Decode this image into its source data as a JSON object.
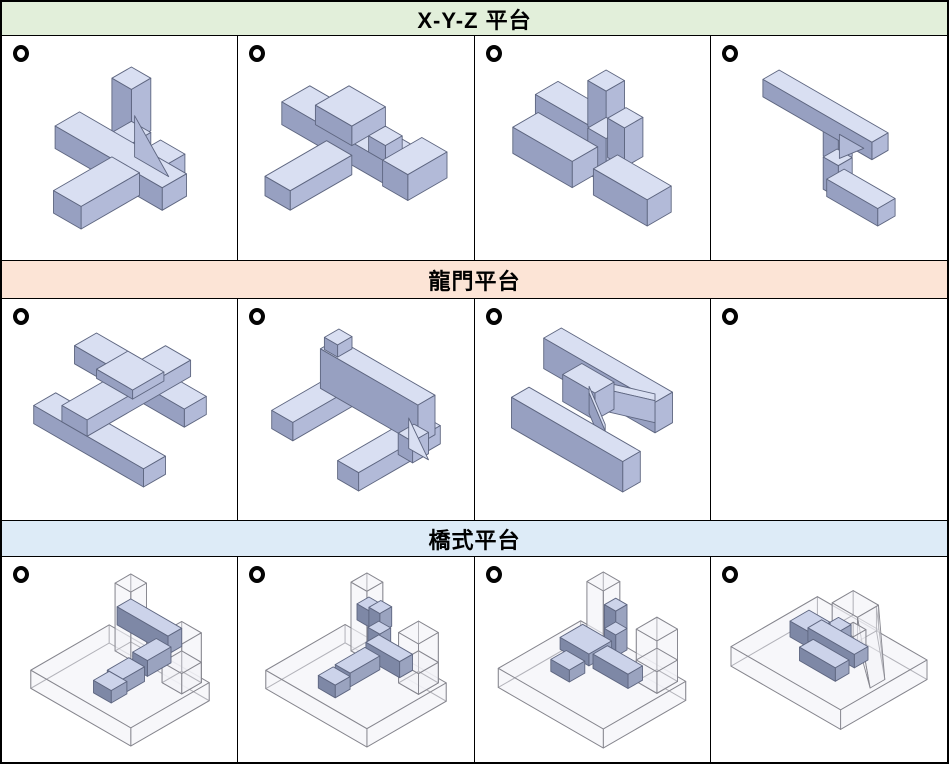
{
  "table": {
    "sections": [
      {
        "title": "X-Y-Z 平台",
        "bg": "#e2efda",
        "cells": [
          {
            "marker": "hollow-circle",
            "model": "xyz1"
          },
          {
            "marker": "hollow-circle",
            "model": "xyz2"
          },
          {
            "marker": "hollow-circle",
            "model": "xyz3"
          },
          {
            "marker": "hollow-circle",
            "model": "xyz4"
          }
        ]
      },
      {
        "title": "龍門平台",
        "bg": "#fce4d6",
        "cells": [
          {
            "marker": "hollow-circle",
            "model": "gantry1"
          },
          {
            "marker": "hollow-circle",
            "model": "gantry2"
          },
          {
            "marker": "hollow-circle",
            "model": "gantry3"
          },
          {
            "marker": "hollow-circle",
            "model": null
          }
        ]
      },
      {
        "title": "橋式平台",
        "bg": "#ddebf7",
        "cells": [
          {
            "marker": "hollow-circle",
            "model": "bridge1"
          },
          {
            "marker": "hollow-circle",
            "model": "bridge2"
          },
          {
            "marker": "hollow-circle",
            "model": "bridge3"
          },
          {
            "marker": "hollow-circle",
            "model": "bridge4"
          }
        ]
      }
    ]
  },
  "icons": {
    "cell_marker": "hollow-circle"
  },
  "palette": {
    "top": "#d9dff2",
    "left": "#97a0c1",
    "right": "#b2bad8",
    "topD": "#ccd3ea",
    "leftD": "#7e88a6",
    "rightD": "#9aa3bf",
    "stroke": "#5e6680",
    "wireFill": "rgba(244,244,247,0.42)",
    "wireStroke": "#87878f"
  },
  "models": {
    "xyz1": {
      "prims": [
        {
          "t": "b",
          "p": [
            2,
            -24,
            2
          ],
          "s": [
            15,
            22,
            10
          ]
        },
        {
          "t": "b",
          "p": [
            2,
            -6,
            32
          ],
          "s": [
            12,
            12,
            28
          ]
        },
        {
          "t": "b",
          "p": [
            3,
            -5,
            14
          ],
          "s": [
            12,
            12,
            18
          ]
        },
        {
          "t": "b",
          "p": [
            -26,
            -2,
            12
          ],
          "s": [
            66,
            15,
            12
          ]
        },
        {
          "t": "t",
          "pts": [
            [
              15,
              5,
              46
            ],
            [
              15,
              5,
              24
            ],
            [
              36,
              5,
              24
            ]
          ],
          "tone": "right"
        },
        {
          "t": "b",
          "p": [
            -4,
            0,
            0
          ],
          "s": [
            17,
            36,
            12
          ]
        }
      ]
    },
    "xyz2": {
      "prims": [
        {
          "t": "b",
          "p": [
            -34,
            -12,
            10
          ],
          "s": [
            86,
            20,
            14
          ]
        },
        {
          "t": "b",
          "p": [
            -8,
            -14,
            24
          ],
          "s": [
            26,
            24,
            12
          ]
        },
        {
          "t": "b",
          "p": [
            28,
            -4,
            24
          ],
          "s": [
            12,
            12,
            10
          ]
        },
        {
          "t": "b",
          "p": [
            40,
            -18,
            10
          ],
          "s": [
            18,
            28,
            16
          ]
        },
        {
          "t": "b",
          "p": [
            -6,
            4,
            0
          ],
          "s": [
            18,
            44,
            12
          ]
        }
      ]
    },
    "xyz3": {
      "prims": [
        {
          "t": "b",
          "p": [
            -38,
            -10,
            16
          ],
          "s": [
            40,
            16,
            14
          ]
        },
        {
          "t": "b",
          "p": [
            0,
            -6,
            30
          ],
          "s": [
            13,
            13,
            28
          ]
        },
        {
          "t": "b",
          "p": [
            1,
            -5,
            2
          ],
          "s": [
            13,
            13,
            28
          ]
        },
        {
          "t": "b",
          "p": [
            14,
            -6,
            18
          ],
          "s": [
            12,
            13,
            24
          ]
        },
        {
          "t": "b",
          "p": [
            -40,
            2,
            0
          ],
          "s": [
            42,
            18,
            16
          ]
        },
        {
          "t": "b",
          "p": [
            14,
            0,
            0
          ],
          "s": [
            38,
            17,
            16
          ]
        }
      ]
    },
    "xyz4": {
      "prims": [
        {
          "t": "b",
          "p": [
            0,
            -6,
            8
          ],
          "s": [
            13,
            12,
            22
          ]
        },
        {
          "t": "b",
          "p": [
            1,
            -5,
            -16
          ],
          "s": [
            13,
            12,
            24
          ]
        },
        {
          "t": "b",
          "p": [
            -48,
            -4,
            30
          ],
          "s": [
            94,
            14,
            13
          ]
        },
        {
          "t": "t",
          "pts": [
            [
              13,
              5,
              30
            ],
            [
              34,
              5,
              30
            ],
            [
              13,
              5,
              12
            ]
          ],
          "tone": "right"
        },
        {
          "t": "b",
          "p": [
            16,
            4,
            -8
          ],
          "s": [
            44,
            15,
            13
          ]
        }
      ]
    },
    "gantry1": {
      "prims": [
        {
          "t": "b",
          "p": [
            -34,
            -20,
            0
          ],
          "s": [
            70,
            14,
            10
          ]
        },
        {
          "t": "b",
          "p": [
            -14,
            26,
            0
          ],
          "s": [
            70,
            14,
            10
          ]
        },
        {
          "t": "b",
          "p": [
            4,
            -26,
            10
          ],
          "s": [
            16,
            66,
            9
          ]
        },
        {
          "t": "b",
          "p": [
            0,
            -6,
            19
          ],
          "s": [
            23,
            20,
            5
          ]
        }
      ]
    },
    "gantry2": {
      "prims": [
        {
          "t": "b",
          "p": [
            -30,
            -16,
            0
          ],
          "s": [
            16,
            62,
            12
          ]
        },
        {
          "t": "b",
          "p": [
            28,
            -8,
            0
          ],
          "s": [
            16,
            62,
            12
          ]
        },
        {
          "t": "b",
          "p": [
            -26,
            0,
            12
          ],
          "s": [
            74,
            13,
            26
          ]
        },
        {
          "t": "b",
          "p": [
            -24,
            1,
            38
          ],
          "s": [
            10,
            11,
            8
          ]
        },
        {
          "t": "b",
          "p": [
            37,
            5,
            2
          ],
          "s": [
            11,
            12,
            14
          ]
        },
        {
          "t": "t",
          "pts": [
            [
              41,
              13,
              26
            ],
            [
              41,
              13,
              6
            ],
            [
              56,
              13,
              6
            ]
          ],
          "tone": "top"
        }
      ]
    },
    "gantry3": {
      "prims": [
        {
          "t": "b",
          "p": [
            -36,
            -18,
            0
          ],
          "s": [
            76,
            12,
            18
          ]
        },
        {
          "t": "q",
          "pts": [
            [
              4,
              -2,
              15
            ],
            [
              32,
              -14,
              15
            ],
            [
              36,
              -10,
              15
            ],
            [
              8,
              2,
              15
            ]
          ],
          "tone": "top"
        },
        {
          "t": "q",
          "pts": [
            [
              8,
              2,
              15
            ],
            [
              36,
              -10,
              15
            ],
            [
              36,
              -10,
              2
            ],
            [
              8,
              2,
              2
            ]
          ],
          "tone": "right"
        },
        {
          "t": "b",
          "p": [
            -10,
            -6,
            0
          ],
          "s": [
            22,
            13,
            16
          ]
        },
        {
          "t": "q",
          "pts": [
            [
              4,
              3,
              14
            ],
            [
              32,
              20,
              14
            ],
            [
              36,
              24,
              14
            ],
            [
              8,
              7,
              14
            ]
          ],
          "tone": "top"
        },
        {
          "t": "q",
          "pts": [
            [
              8,
              7,
              14
            ],
            [
              36,
              24,
              14
            ],
            [
              36,
              24,
              2
            ],
            [
              8,
              7,
              2
            ]
          ],
          "tone": "left"
        },
        {
          "t": "b",
          "p": [
            -12,
            28,
            0
          ],
          "s": [
            76,
            12,
            18
          ]
        }
      ]
    },
    "bridge1": {
      "prims": [
        {
          "t": "w",
          "p": [
            -52,
            -38,
            0
          ],
          "s": [
            102,
            80,
            16
          ]
        },
        {
          "t": "w",
          "p": [
            -26,
            -34,
            16
          ],
          "s": [
            16,
            16,
            60
          ]
        },
        {
          "t": "w",
          "p": [
            26,
            -34,
            16
          ],
          "s": [
            20,
            20,
            44
          ]
        },
        {
          "t": "w",
          "p": [
            26,
            -34,
            16
          ],
          "s": [
            20,
            20,
            18
          ]
        },
        {
          "t": "b",
          "pal": "d",
          "p": [
            -20,
            -28,
            44
          ],
          "s": [
            52,
            14,
            16
          ]
        },
        {
          "t": "b",
          "pal": "d",
          "p": [
            12,
            -22,
            30
          ],
          "s": [
            15,
            24,
            14
          ]
        },
        {
          "t": "b",
          "pal": "d",
          "p": [
            8,
            2,
            24
          ],
          "s": [
            16,
            22,
            13
          ]
        },
        {
          "t": "b",
          "pal": "d",
          "p": [
            4,
            18,
            20
          ],
          "s": [
            18,
            16,
            11
          ]
        }
      ]
    },
    "bridge2": {
      "prims": [
        {
          "t": "w",
          "p": [
            -52,
            -38,
            0
          ],
          "s": [
            102,
            80,
            16
          ]
        },
        {
          "t": "w",
          "p": [
            -26,
            -34,
            16
          ],
          "s": [
            16,
            16,
            60
          ]
        },
        {
          "t": "w",
          "p": [
            26,
            -34,
            16
          ],
          "s": [
            20,
            20,
            44
          ]
        },
        {
          "t": "w",
          "p": [
            26,
            -34,
            16
          ],
          "s": [
            20,
            20,
            18
          ]
        },
        {
          "t": "b",
          "pal": "d",
          "p": [
            -16,
            -26,
            50
          ],
          "s": [
            12,
            12,
            14
          ]
        },
        {
          "t": "b",
          "pal": "d",
          "p": [
            -4,
            -26,
            50
          ],
          "s": [
            11,
            12,
            17
          ]
        },
        {
          "t": "b",
          "pal": "d",
          "p": [
            -4,
            -24,
            28
          ],
          "s": [
            12,
            11,
            22
          ]
        },
        {
          "t": "b",
          "pal": "d",
          "p": [
            -2,
            -22,
            26
          ],
          "s": [
            34,
            13,
            14
          ]
        },
        {
          "t": "b",
          "pal": "d",
          "p": [
            -8,
            -14,
            18
          ],
          "s": [
            15,
            30,
            12
          ]
        },
        {
          "t": "b",
          "pal": "d",
          "p": [
            -12,
            14,
            14
          ],
          "s": [
            17,
            15,
            11
          ]
        }
      ]
    },
    "bridge3": {
      "prims": [
        {
          "t": "w",
          "p": [
            -52,
            -38,
            0
          ],
          "s": [
            102,
            80,
            16
          ]
        },
        {
          "t": "w",
          "p": [
            -26,
            -34,
            16
          ],
          "s": [
            16,
            16,
            56
          ]
        },
        {
          "t": "w",
          "p": [
            26,
            -34,
            16
          ],
          "s": [
            20,
            20,
            44
          ]
        },
        {
          "t": "w",
          "p": [
            26,
            -34,
            16
          ],
          "s": [
            20,
            20,
            18
          ]
        },
        {
          "t": "b",
          "pal": "d",
          "p": [
            -4,
            -24,
            46
          ],
          "s": [
            11,
            11,
            20
          ]
        },
        {
          "t": "b",
          "pal": "d",
          "p": [
            -4,
            -24,
            28
          ],
          "s": [
            11,
            11,
            18
          ]
        },
        {
          "t": "b",
          "pal": "d",
          "p": [
            -30,
            -18,
            24
          ],
          "s": [
            28,
            22,
            10
          ]
        },
        {
          "t": "b",
          "pal": "d",
          "p": [
            -2,
            -14,
            20
          ],
          "s": [
            34,
            14,
            12
          ]
        },
        {
          "t": "b",
          "pal": "d",
          "p": [
            -26,
            2,
            14
          ],
          "s": [
            18,
            15,
            10
          ]
        }
      ]
    },
    "bridge4": {
      "prims": [
        {
          "t": "w",
          "p": [
            -52,
            -38,
            0
          ],
          "s": [
            104,
            82,
            16
          ]
        },
        {
          "t": "w",
          "p": [
            2,
            -18,
            38
          ],
          "s": [
            24,
            20,
            20
          ]
        },
        {
          "t": "t",
          "pts": [
            [
              26,
              -16,
              58
            ],
            [
              26,
              -16,
              38
            ],
            [
              48,
              -2,
              16
            ]
          ],
          "tone": "wire"
        },
        {
          "t": "q",
          "pts": [
            [
              26,
              -18,
              58
            ],
            [
              26,
              2,
              58
            ],
            [
              48,
              12,
              16
            ],
            [
              48,
              -2,
              16
            ]
          ],
          "tone": "wire"
        },
        {
          "t": "t",
          "pts": [
            [
              26,
              2,
              58
            ],
            [
              26,
              2,
              38
            ],
            [
              48,
              12,
              16
            ]
          ],
          "tone": "wire"
        },
        {
          "t": "w",
          "p": [
            8,
            -12,
            16
          ],
          "s": [
            12,
            12,
            22
          ]
        },
        {
          "t": "b",
          "pal": "d",
          "p": [
            -12,
            -18,
            18
          ],
          "s": [
            12,
            12,
            11
          ]
        },
        {
          "t": "b",
          "pal": "d",
          "p": [
            -32,
            -10,
            16
          ],
          "s": [
            20,
            18,
            13
          ]
        },
        {
          "t": "b",
          "pal": "d",
          "p": [
            -16,
            -6,
            20
          ],
          "s": [
            44,
            13,
            11
          ]
        },
        {
          "t": "b",
          "pal": "d",
          "p": [
            -10,
            8,
            14
          ],
          "s": [
            34,
            13,
            11
          ]
        }
      ]
    }
  }
}
